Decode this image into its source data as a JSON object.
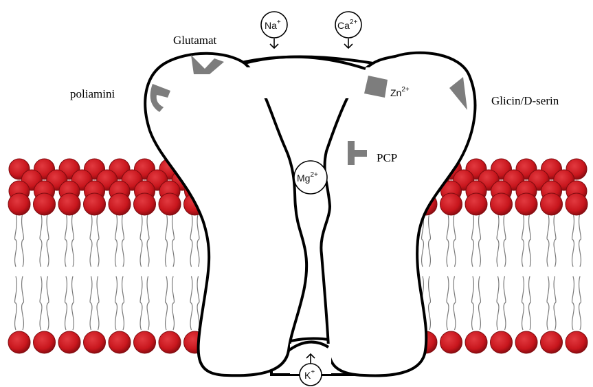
{
  "labels": {
    "glutamat": "Glutamat",
    "poliamini": "poliamini",
    "glicin": "Glicin/D-serin",
    "pcp": "PCP"
  },
  "ions": {
    "na": {
      "base": "Na",
      "sup": "+"
    },
    "ca": {
      "base": "Ca",
      "sup": "2+"
    },
    "zn": {
      "base": "Zn",
      "sup": "2+"
    },
    "mg": {
      "base": "Mg",
      "sup": "2+"
    },
    "k": {
      "base": "K",
      "sup": "+"
    }
  },
  "colors": {
    "lipid_head": "#c8161d",
    "lipid_head_dark": "#7e0c10",
    "lipid_tail": "#7a7a7a",
    "binding_site": "#7d7d7d",
    "outline": "#000000",
    "background": "#ffffff"
  },
  "icons": {
    "na_arrow": "arrow-down-icon",
    "ca_arrow": "arrow-down-icon",
    "k_arrow": "arrow-up-icon"
  }
}
